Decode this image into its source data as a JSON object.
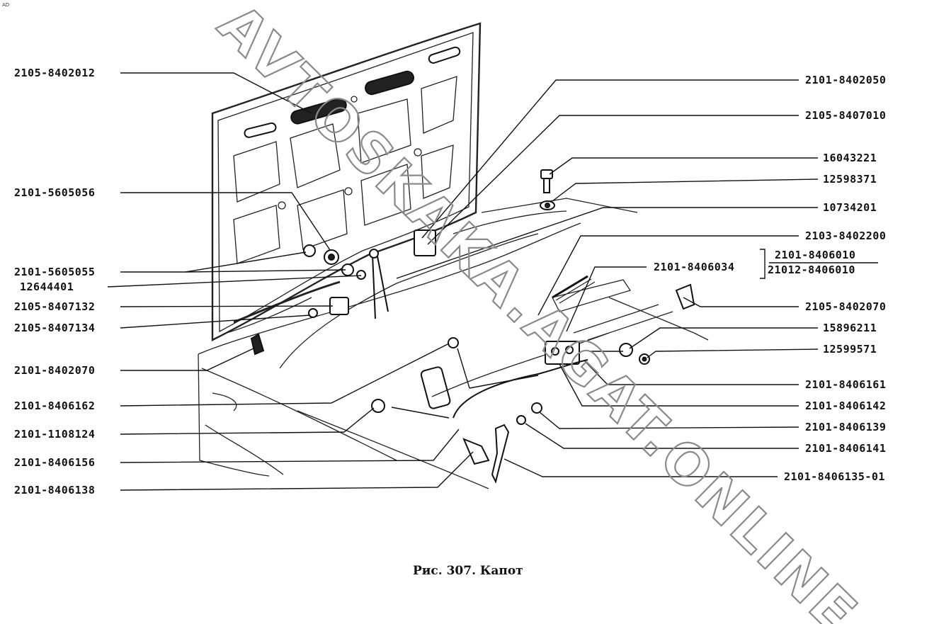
{
  "corner_mark": "AD",
  "caption": "Рис. 307. Капот",
  "watermark": "AVTOSKAKA.AGAT.ONLINE",
  "labels_left": [
    "2105-8402012",
    "2101-5605056",
    "2101-5605055",
    "12644401",
    "2105-8407132",
    "2105-8407134",
    "2101-8402070",
    "2101-8406162",
    "2101-1108124",
    "2101-8406156",
    "2101-8406138"
  ],
  "labels_right": [
    "2101-8402050",
    "2105-8407010",
    "16043221",
    "12598371",
    "10734201",
    "2103-8402200",
    "2105-8402070",
    "15896211",
    "12599571",
    "2101-8406161",
    "2101-8406142",
    "2101-8406139",
    "2101-8406141",
    "2101-8406135-01"
  ],
  "label_mid": "2101-8406034",
  "label_group": [
    "2101-8406010",
    "21012-8406010"
  ]
}
